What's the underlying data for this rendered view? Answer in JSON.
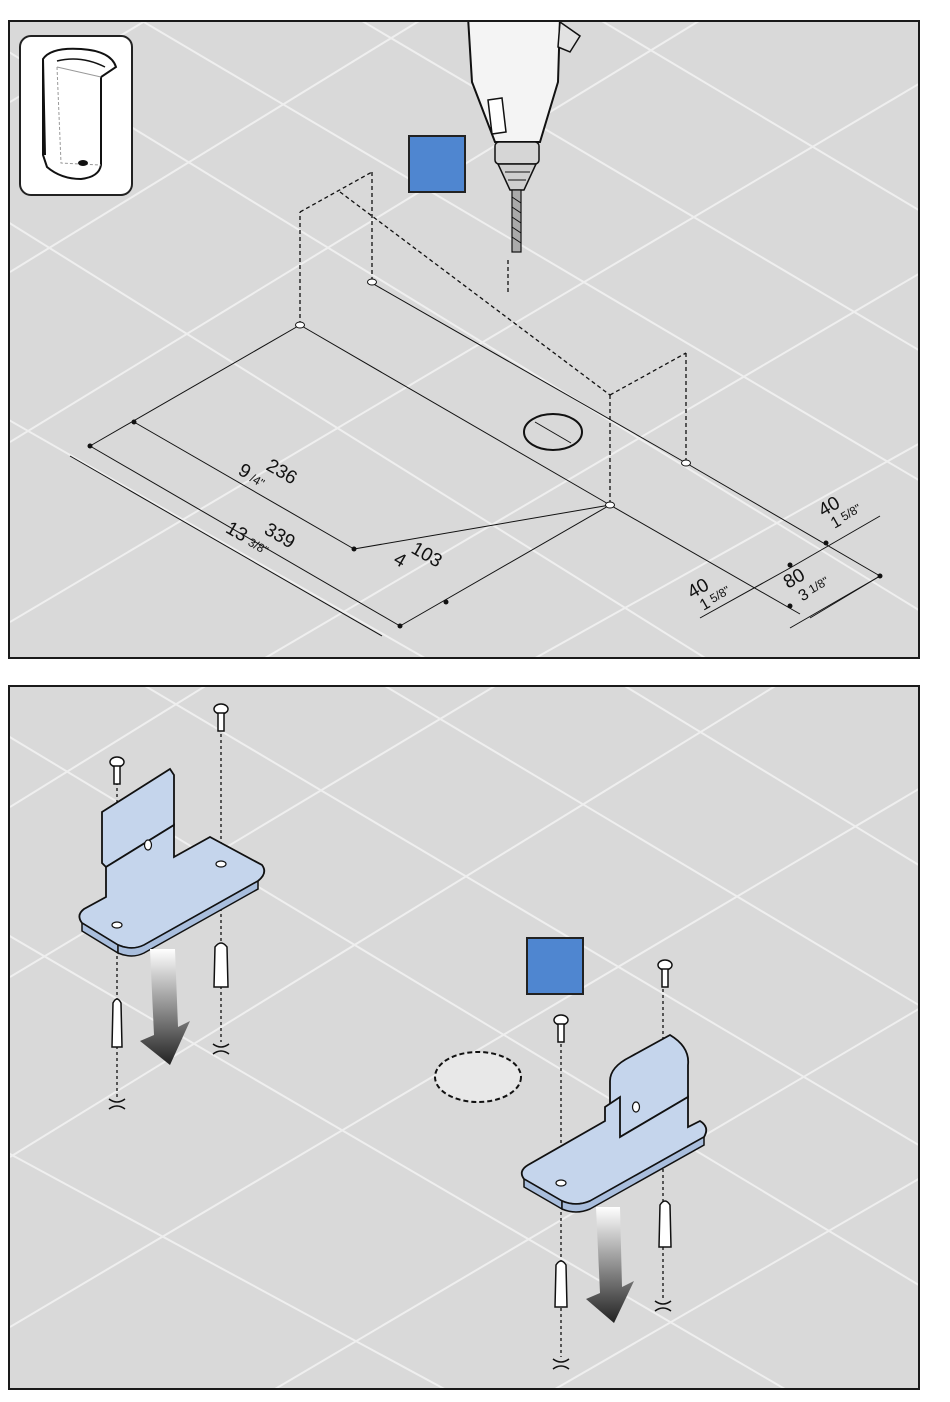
{
  "colors": {
    "panel_background": "#d9d9d9",
    "marker_blue": "#4f86d0",
    "bracket_fill": "#c5d5ec",
    "line": "#111111",
    "grid": "#efefef"
  },
  "icons": {
    "product": "product-holder-icon",
    "drill": "drill-icon",
    "bracket": "wall-bracket-icon",
    "screw": "screw-icon",
    "anchor": "wall-anchor-icon",
    "arrow": "down-arrow-icon"
  },
  "top_panel": {
    "dim_236": "236",
    "dim_236_in_whole": "9",
    "dim_236_in_frac": "/4\"",
    "dim_339": "339",
    "dim_339_in_whole": "13",
    "dim_339_in_frac": "3/8\"",
    "dim_103": "103",
    "dim_103_in": "4",
    "dim_40_top": "40",
    "dim_40_top_in_whole": "1",
    "dim_40_top_in_frac": "5/8\"",
    "dim_40_bottom": "40",
    "dim_40_bottom_in_whole": "1",
    "dim_40_bottom_in_frac": "5/8\"",
    "dim_80": "80",
    "dim_80_in_whole": "3",
    "dim_80_in_frac": "1/8\""
  }
}
